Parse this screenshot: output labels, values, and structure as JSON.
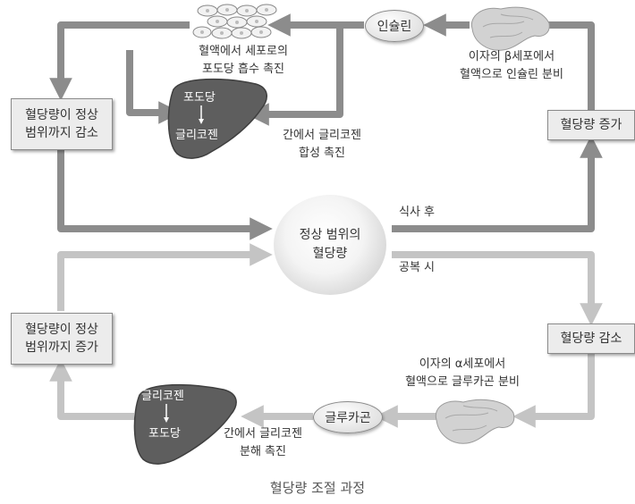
{
  "center": "정상 범위의\n혈당량",
  "after_meal": "식사 후",
  "fasting": "공복 시",
  "box_increase": "혈당량 증가",
  "box_decrease": "혈당량 감소",
  "box_normal_decrease": "혈당량이 정상\n범위까지 감소",
  "box_normal_increase": "혈당량이 정상\n범위까지 증가",
  "insulin": "인슐린",
  "glucagon": "글루카곤",
  "beta_secrete": "이자의 β세포에서\n혈액으로 인슐린 분비",
  "alpha_secrete": "이자의 α세포에서\n혈액으로 글루카곤 분비",
  "cell_absorb": "혈액에서 세포로의\n포도당 흡수 촉진",
  "glycogen_synth": "간에서 글리코젠\n합성 촉진",
  "glycogen_break": "간에서 글리코젠\n분해 촉진",
  "liver_top": {
    "from": "포도당",
    "to": "글리코젠"
  },
  "liver_bottom": {
    "from": "글리코젠",
    "to": "포도당"
  },
  "caption": "혈당량 조절 과정",
  "colors": {
    "dark_arrow": "#8c8c8c",
    "light_arrow": "#c4c4c4",
    "liver": "#5e5e5e",
    "pancreas": "#d2d2d2"
  },
  "icons": [
    "liver-icon",
    "pancreas-icon",
    "cells-icon"
  ]
}
